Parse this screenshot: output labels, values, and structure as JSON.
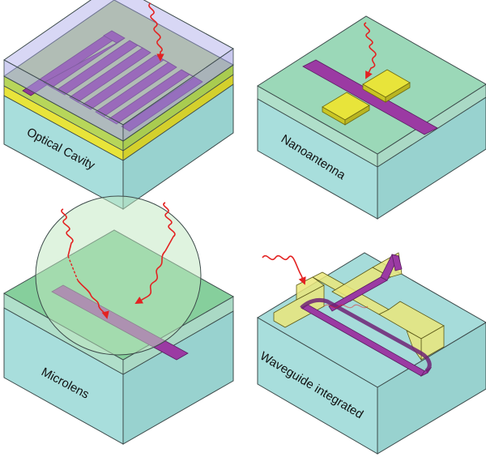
{
  "panels": {
    "optical_cavity": {
      "label": "Optical Cavity"
    },
    "nanoantenna": {
      "label": "Nanoantenna"
    },
    "microlens": {
      "label": "Microlens"
    },
    "waveguide": {
      "label": "Waveguide integrated"
    }
  },
  "colors": {
    "substrate": "#a6dcda",
    "substrate_front": "#a8dedc",
    "substrate_side": "#98d2cf",
    "cladding": "#8fd2b4",
    "purple": "#9b3aa3",
    "purple_dark": "#6e2276",
    "gold": "#e8e43a",
    "gold_dark": "#b9b521",
    "blue_glass": "#a8a7e8",
    "lens": "#bfe8bf",
    "arrow": "#e32222",
    "edge": "#3c4a4a"
  }
}
